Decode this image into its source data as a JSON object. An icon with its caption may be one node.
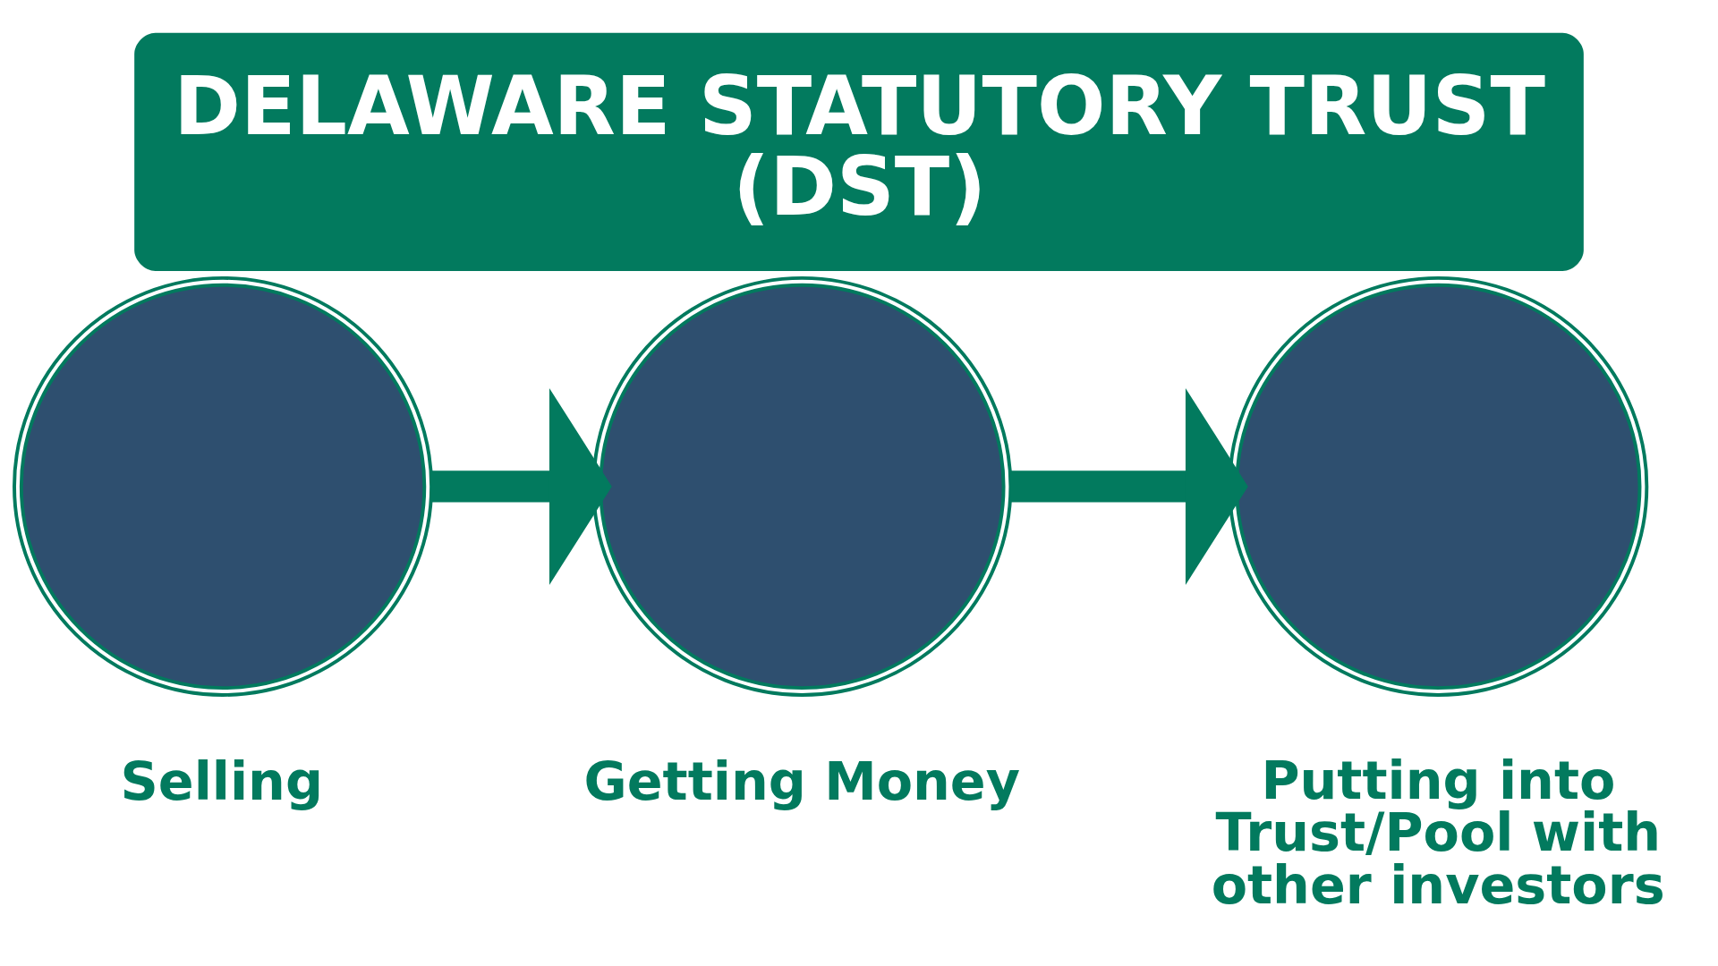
{
  "diagram": {
    "title": "DELAWARE STATUTORY TRUST (DST)",
    "nodes": [
      {
        "text": [],
        "shape": "circle",
        "beside": [
          "Selling"
        ]
      },
      {
        "text": [],
        "shape": "circle",
        "beside": [
          "Getting Money"
        ]
      },
      {
        "text": [],
        "shape": "circle",
        "beside": [
          "Putting into Trust/Pool with other investors"
        ]
      }
    ],
    "edges": [
      {
        "from": 0,
        "to": 1,
        "arrow": "to"
      },
      {
        "from": 1,
        "to": 2,
        "arrow": "to"
      }
    ]
  }
}
